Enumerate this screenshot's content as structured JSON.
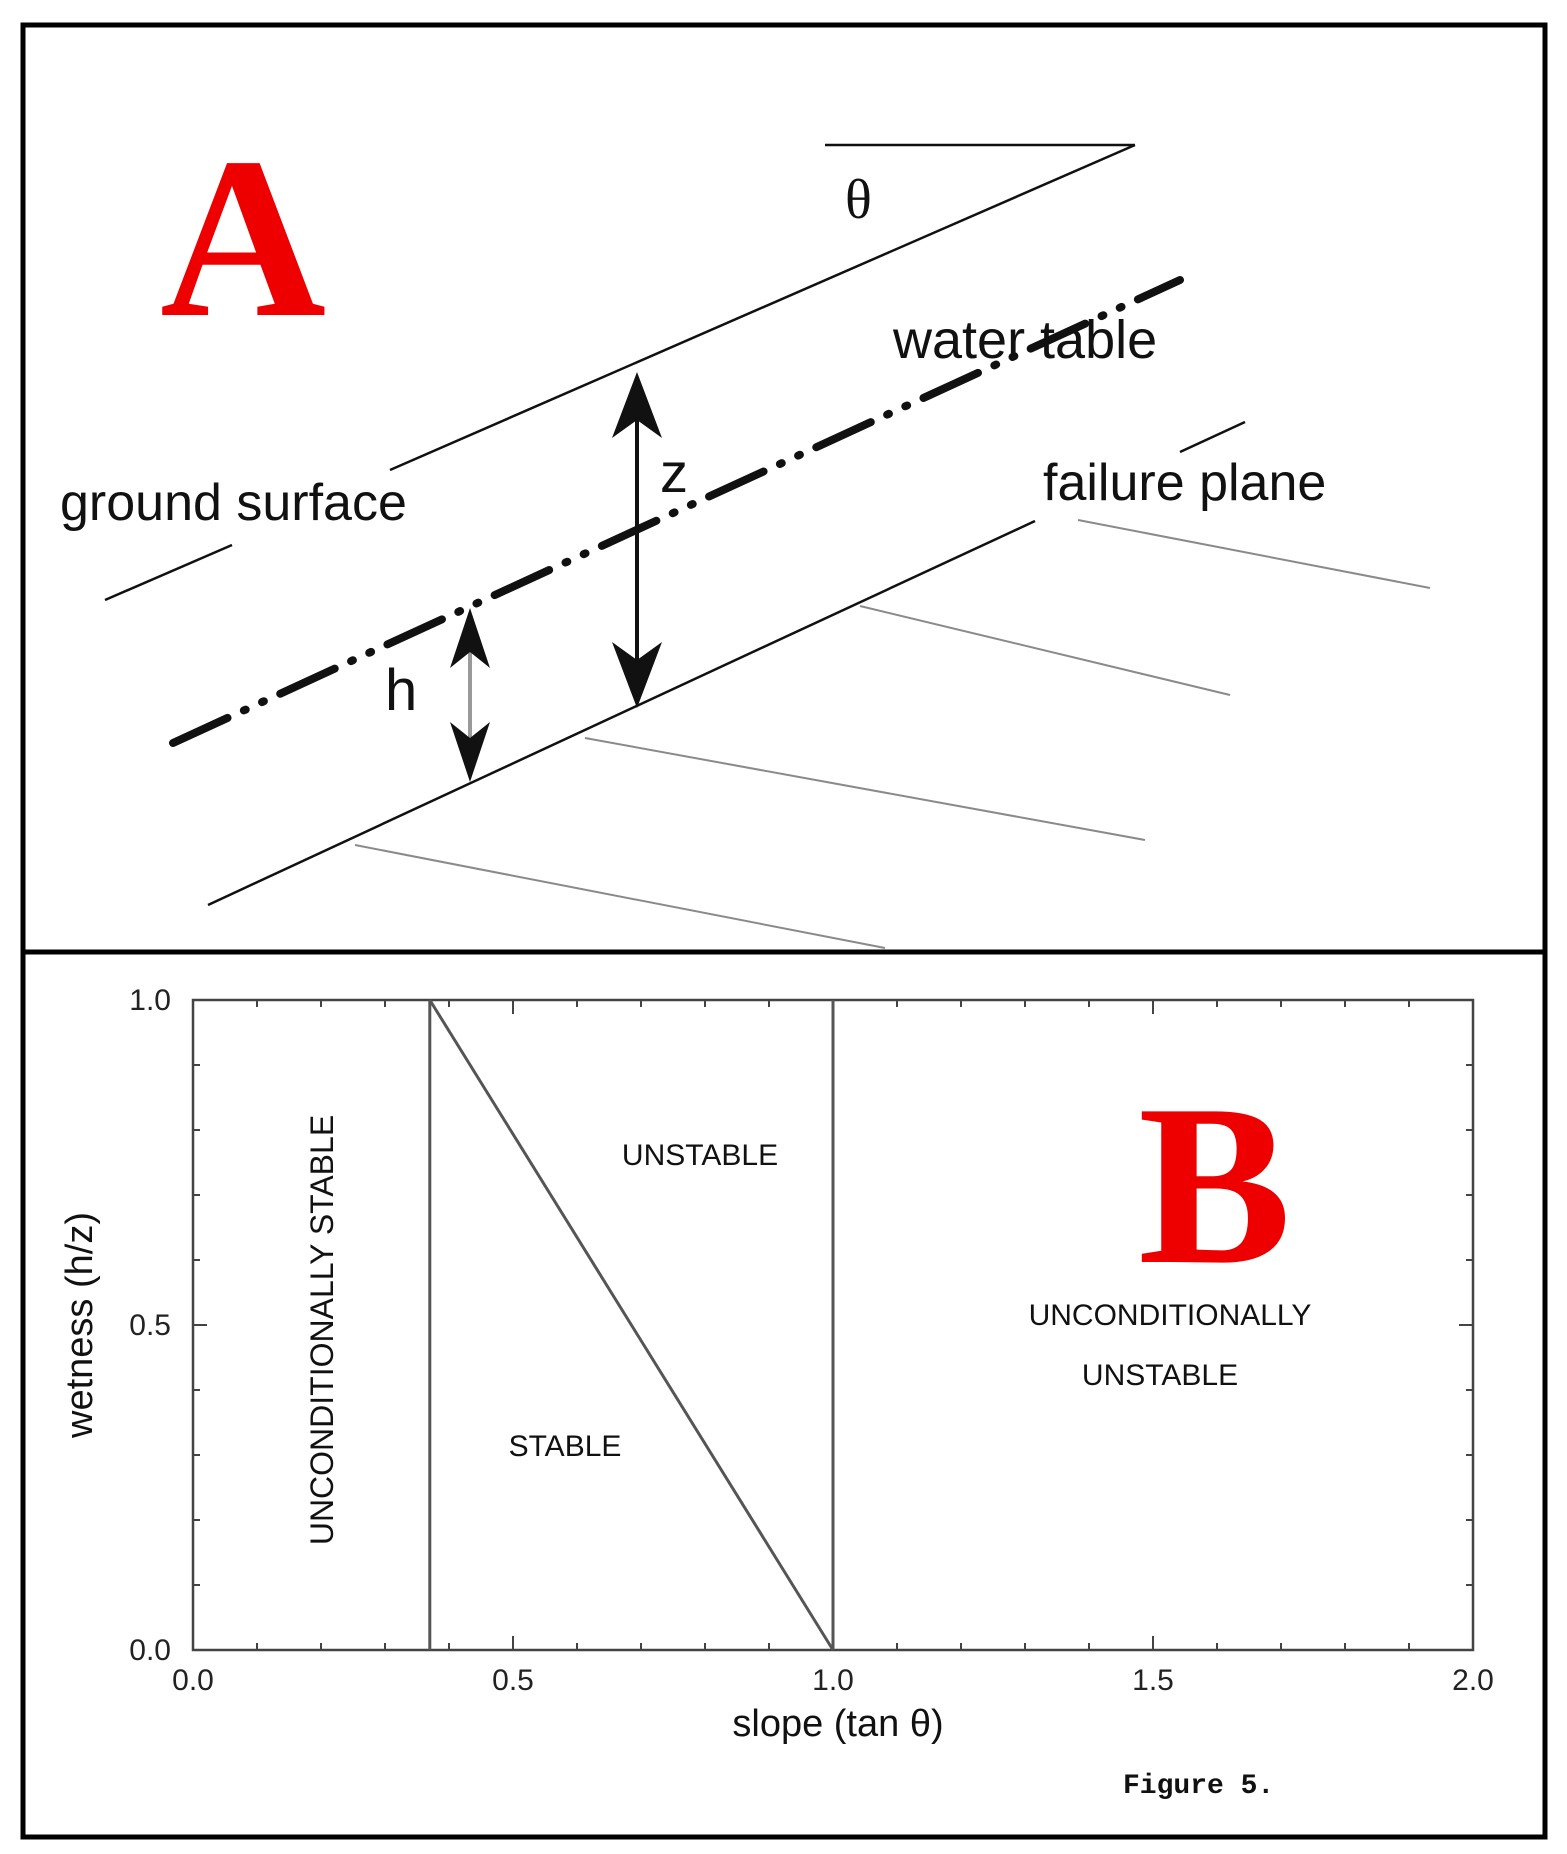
{
  "panel_a": {
    "letter": "A",
    "labels": {
      "theta": "θ",
      "water_table": "water table",
      "z": "z",
      "ground_surface": "ground surface",
      "failure_plane": "failure plane",
      "h": "h"
    }
  },
  "panel_b": {
    "letter": "B",
    "caption": "Figure 5.",
    "regions": {
      "unconditionally_stable": "UNCONDITIONALLY STABLE",
      "unstable": "UNSTABLE",
      "stable": "STABLE",
      "unconditionally_unstable_line1": "UNCONDITIONALLY",
      "unconditionally_unstable_line2": "UNSTABLE"
    }
  },
  "colors": {
    "letter_red": "#ee0000",
    "ink": "#111111",
    "grey_line": "#8a8a8a",
    "frame": "#000000"
  },
  "chart_data": {
    "type": "line",
    "xlabel": "slope (tan θ)",
    "ylabel": "wetness (h/z)",
    "xlim": [
      0.0,
      2.0
    ],
    "ylim": [
      0.0,
      1.0
    ],
    "x_ticks": [
      "0.0",
      "0.5",
      "1.0",
      "1.5",
      "2.0"
    ],
    "y_ticks": [
      "0.0",
      "0.5",
      "1.0"
    ],
    "grid": false,
    "series": [
      {
        "values": [
          [
            0.37,
            0.0
          ],
          [
            0.37,
            1.0
          ]
        ]
      },
      {
        "values": [
          [
            0.37,
            1.0
          ],
          [
            1.0,
            0.0
          ]
        ]
      },
      {
        "values": [
          [
            1.0,
            0.0
          ],
          [
            1.0,
            1.0
          ]
        ]
      }
    ]
  }
}
